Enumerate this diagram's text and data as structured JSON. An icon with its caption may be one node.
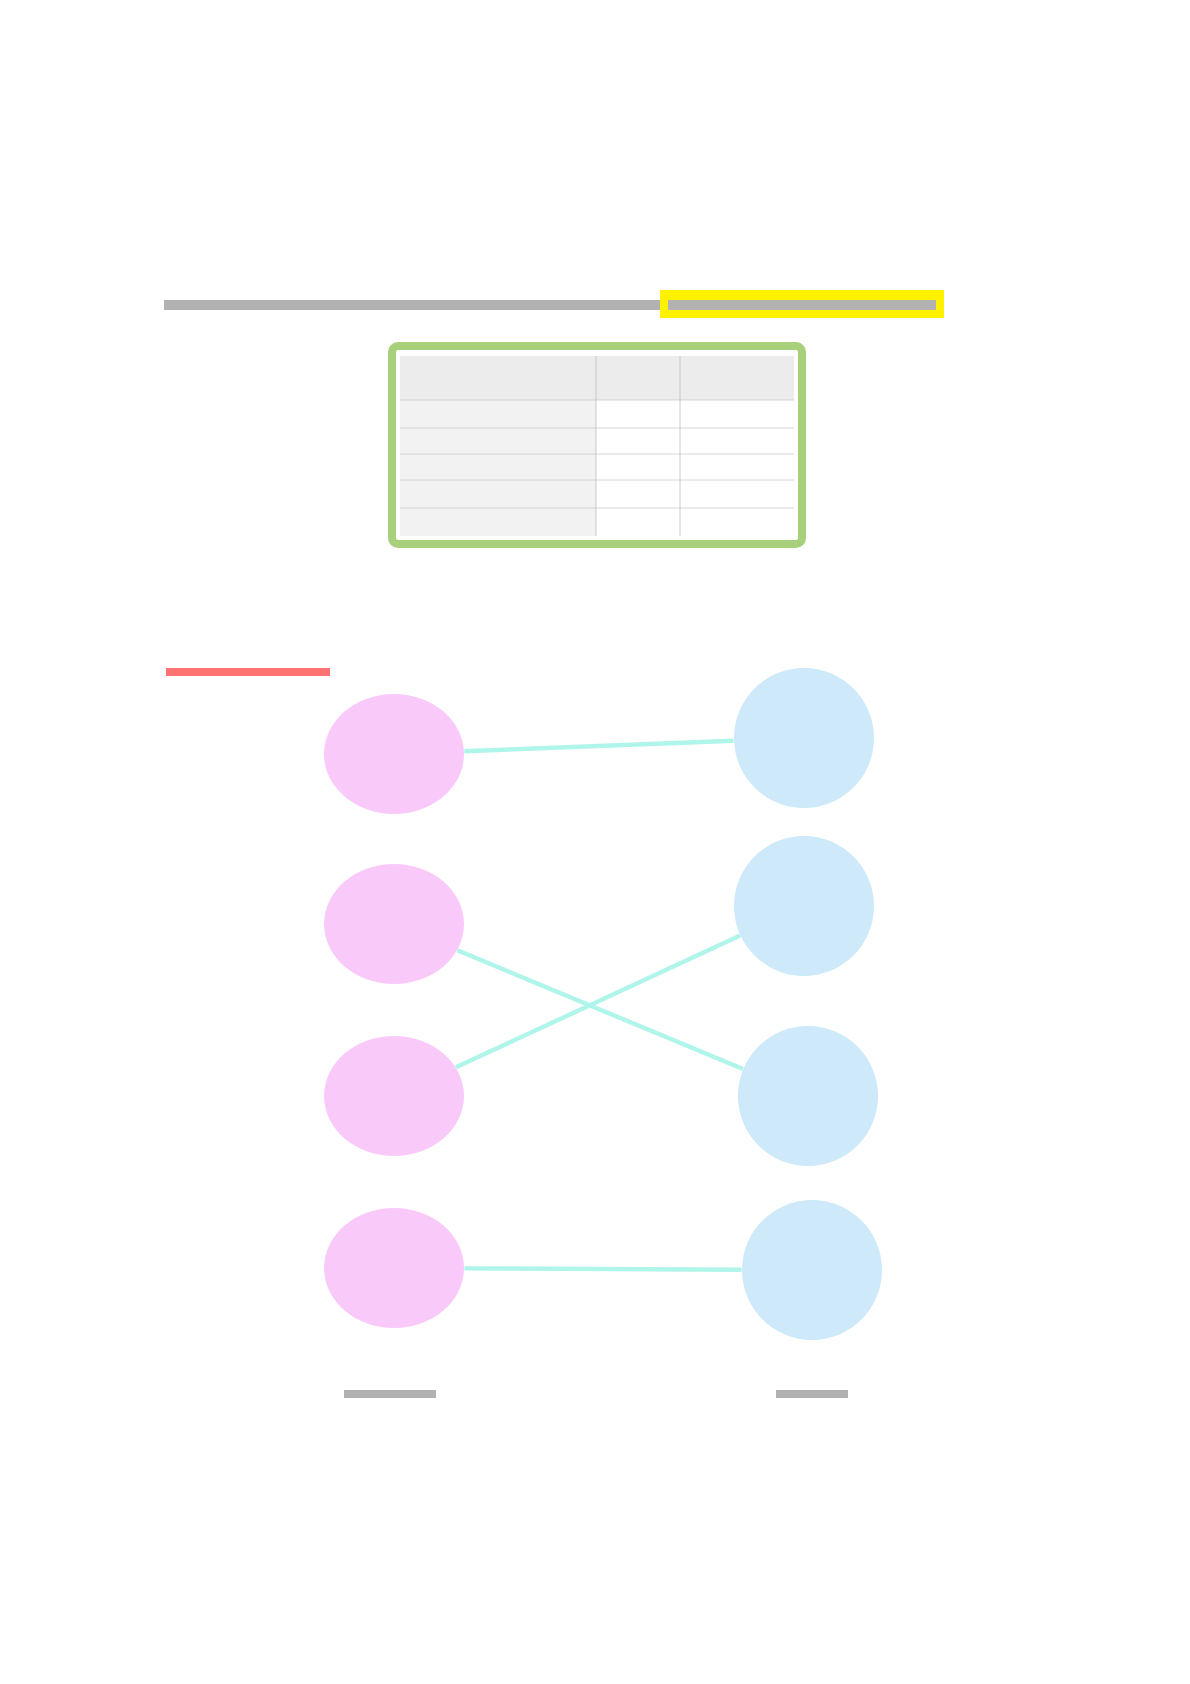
{
  "diagram": {
    "nodes": [
      {
        "text": [],
        "shape": "ellipse"
      },
      {
        "text": [],
        "shape": "ellipse"
      },
      {
        "text": [],
        "shape": "ellipse"
      },
      {
        "text": [],
        "shape": "ellipse"
      },
      {
        "text": [],
        "shape": "circle"
      },
      {
        "text": [],
        "shape": "circle"
      },
      {
        "text": [],
        "shape": "circle"
      },
      {
        "text": [],
        "shape": "circle"
      }
    ],
    "edges": [
      {
        "from": 0,
        "to": 4,
        "arrow": "none"
      },
      {
        "from": 1,
        "to": 6,
        "arrow": "none"
      },
      {
        "from": 2,
        "to": 5,
        "arrow": "none"
      },
      {
        "from": 3,
        "to": 7,
        "arrow": "none"
      }
    ]
  }
}
